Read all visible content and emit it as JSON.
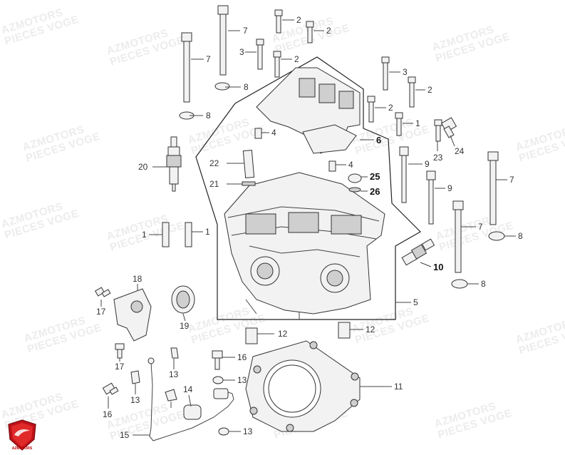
{
  "watermark": {
    "line1": "AZMOTORS",
    "line2": "PIECES VOGE"
  },
  "logo_text": "AZMOTORS",
  "callouts": {
    "c2a": "2",
    "c2b": "2",
    "c2c": "2",
    "c2d": "2",
    "c2e": "2",
    "c3a": "3",
    "c3b": "3",
    "c7a": "7",
    "c7b": "7",
    "c7c": "7",
    "c7d": "7",
    "c8a": "8",
    "c8b": "8",
    "c8c": "8",
    "c8d": "8",
    "c4a": "4",
    "c4b": "4",
    "c6": "6",
    "c9a": "9",
    "c9b": "9",
    "c23": "23",
    "c24": "24",
    "c22": "22",
    "c21": "21",
    "c20": "20",
    "c25": "25",
    "c26": "26",
    "c1a": "1",
    "c1b": "1",
    "c10": "10",
    "c5": "5",
    "c18": "18",
    "c17a": "17",
    "c17b": "17",
    "c19": "19",
    "c12a": "12",
    "c12b": "12",
    "c16a": "16",
    "c16b": "16",
    "c13a": "13",
    "c13b": "13",
    "c13c": "13",
    "c13d": "13",
    "c14": "14",
    "c15": "15",
    "c11": "11"
  }
}
